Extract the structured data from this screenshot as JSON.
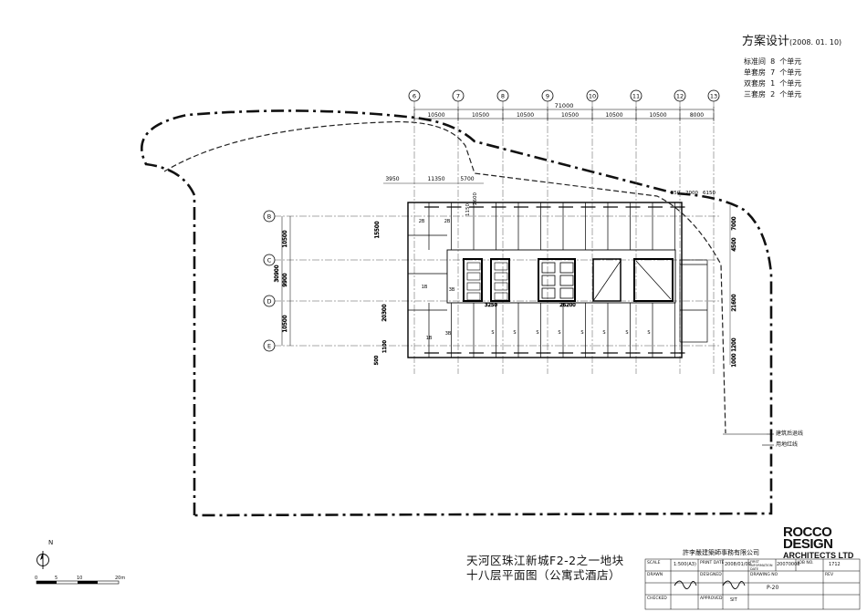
{
  "header": {
    "title": "方案设计",
    "date": "(2008. 01. 10)"
  },
  "unit_legend": [
    {
      "type": "标准间",
      "count": "8",
      "unit": "个单元"
    },
    {
      "type": "单套房",
      "count": "7",
      "unit": "个单元"
    },
    {
      "type": "双套房",
      "count": "1",
      "unit": "个单元"
    },
    {
      "type": "三套房",
      "count": "2",
      "unit": "个单元"
    }
  ],
  "grid": {
    "columns": [
      "6",
      "7",
      "8",
      "9",
      "10",
      "11",
      "12",
      "13"
    ],
    "rows": [
      "B",
      "C",
      "D",
      "E"
    ]
  },
  "dimensions": {
    "top_total": "71000",
    "top_spans": [
      "10500",
      "10500",
      "10500",
      "10500",
      "10500",
      "10500",
      "8000"
    ],
    "upper_left": [
      "3950",
      "11350",
      "5700"
    ],
    "upper_right": [
      "850",
      "2000",
      "6150"
    ],
    "left_outer": "30900",
    "left_inner": [
      "10500",
      "9900",
      "10500"
    ],
    "left_core": "20300",
    "left_small": "15500",
    "bottom_left": [
      "500",
      "1100"
    ],
    "right_side": [
      "7000",
      "4500",
      "21600",
      "1200",
      "1000"
    ],
    "corridor": [
      "3250",
      "26200"
    ],
    "core_top": [
      "1150",
      "2600"
    ]
  },
  "notes": {
    "setback_line": "建筑后退线",
    "red_line": "用地红线"
  },
  "room_labels": [
    "2B",
    "2B",
    "1B",
    "1B",
    "3B",
    "3B",
    "S",
    "S",
    "S",
    "S",
    "S",
    "S",
    "S",
    "S"
  ],
  "project": {
    "line1": "天河区珠江新城F2-2之一地块",
    "line2": "十八层平面图（公寓式酒店）",
    "firm": "許李嚴建築師事務有限公司"
  },
  "logo": {
    "line1": "ROCCO",
    "line2": "DESIGN",
    "line3": "ARCHITECTS LTD"
  },
  "north": "N",
  "scale_bar": [
    "0",
    "5",
    "10",
    "20m"
  ],
  "title_block": {
    "scale_label": "SCALE",
    "scale_value": "1:500(A3)",
    "print_date_label": "PRINT DATE",
    "print_date_value": "2008/01/09",
    "first_issue_label": "FIRST INFORMATION DATE",
    "first_issue_value": "20070008",
    "job_no_label": "JOB NO.",
    "job_no_value": "1712",
    "drawn_label": "DRAWN",
    "designed_label": "DESIGNED",
    "drawing_no_label": "DRAWING NO",
    "rev_label": "REV",
    "drawing_no_value": "P-20",
    "checked_label": "CHECKED",
    "approved_label": "APPROVED",
    "approved_value": "SIT"
  }
}
